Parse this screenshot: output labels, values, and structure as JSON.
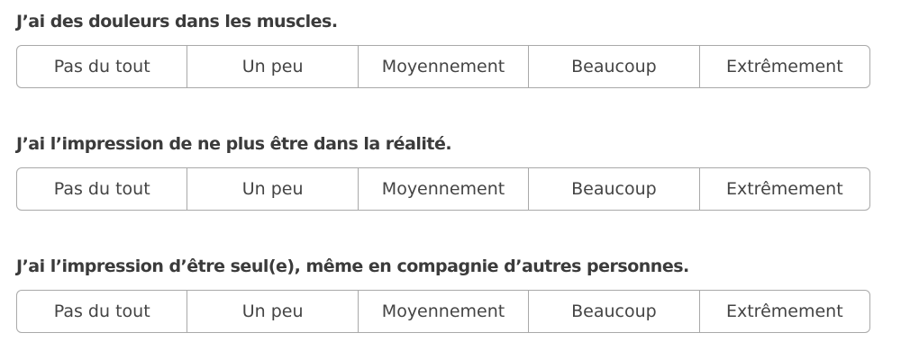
{
  "questions": [
    {
      "title": "J’ai des douleurs dans les muscles.",
      "options": [
        "Pas du tout",
        "Un peu",
        "Moyennement",
        "Beaucoup",
        "Extrêmement"
      ]
    },
    {
      "title": "J’ai l’impression de ne plus être dans la réalité.",
      "options": [
        "Pas du tout",
        "Un peu",
        "Moyennement",
        "Beaucoup",
        "Extrêmement"
      ]
    },
    {
      "title": "J’ai l’impression d’être seul(e), même en compagnie d’autres personnes.",
      "options": [
        "Pas du tout",
        "Un peu",
        "Moyennement",
        "Beaucoup",
        "Extrêmement"
      ]
    }
  ]
}
